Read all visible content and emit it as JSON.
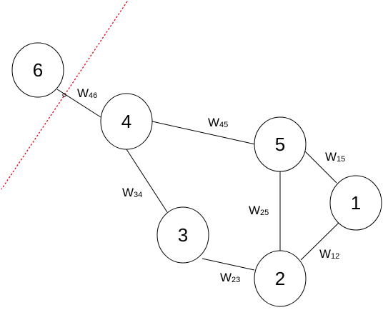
{
  "diagram": {
    "nodes": [
      {
        "id": "6",
        "label": "6"
      },
      {
        "id": "4",
        "label": "4"
      },
      {
        "id": "5",
        "label": "5"
      },
      {
        "id": "3",
        "label": "3"
      },
      {
        "id": "2",
        "label": "2"
      },
      {
        "id": "1",
        "label": "1"
      }
    ],
    "edges": [
      {
        "id": "46",
        "from": "6",
        "to": "4",
        "label_main": "W",
        "label_sub": "46"
      },
      {
        "id": "45",
        "from": "4",
        "to": "5",
        "label_main": "W",
        "label_sub": "45"
      },
      {
        "id": "34",
        "from": "4",
        "to": "3",
        "label_main": "W",
        "label_sub": "34"
      },
      {
        "id": "23",
        "from": "3",
        "to": "2",
        "label_main": "W",
        "label_sub": "23"
      },
      {
        "id": "25",
        "from": "5",
        "to": "2",
        "label_main": "W",
        "label_sub": "25"
      },
      {
        "id": "15",
        "from": "5",
        "to": "1",
        "label_main": "W",
        "label_sub": "15"
      },
      {
        "id": "12",
        "from": "2",
        "to": "1",
        "label_main": "W",
        "label_sub": "12"
      }
    ],
    "cut_line_color": "#e0001b",
    "node_stroke_color": "#000000",
    "edge_color": "#000000"
  }
}
